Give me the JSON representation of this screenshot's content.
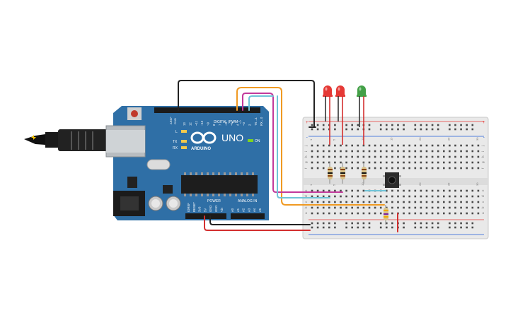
{
  "arduino": {
    "brand": "ARDUINO",
    "model": "UNO",
    "on_label": "ON",
    "led_l": "L",
    "led_tx": "TX",
    "led_rx": "RX",
    "digital_label": "DIGITAL (PWM~)",
    "power_label": "POWER",
    "analog_label": "ANALOG IN",
    "aref": "AREF",
    "gnd": "GND",
    "digital_pins": [
      "13",
      "12",
      "~11",
      "~10",
      "~9",
      "8",
      "7",
      "~6",
      "~5",
      "4",
      "~3",
      "2",
      "TX→1",
      "RX←0"
    ],
    "power_pins": [
      "IOREF",
      "RESET",
      "3V3",
      "5V",
      "GND",
      "GND",
      "Vin"
    ],
    "analog_pins": [
      "A0",
      "A1",
      "A2",
      "A3",
      "A4",
      "A5"
    ]
  },
  "breadboard": {
    "columns_top": [
      "1",
      "",
      "",
      "",
      "5",
      "",
      "",
      "",
      "",
      "10",
      "",
      "",
      "",
      "",
      "15",
      "",
      "",
      "",
      "",
      "20",
      "",
      "",
      "",
      "",
      "25",
      "",
      "",
      "",
      "",
      "30"
    ],
    "row_letters_top": [
      "j",
      "i",
      "h",
      "g",
      "f"
    ],
    "row_letters_bottom": [
      "e",
      "d",
      "c",
      "b",
      "a"
    ]
  },
  "leds": [
    {
      "name": "led-red-1",
      "color": "#e53935"
    },
    {
      "name": "led-red-2",
      "color": "#e53935"
    },
    {
      "name": "led-green",
      "color": "#43a047"
    }
  ],
  "colors": {
    "board": "#2f6fa6",
    "board_dark": "#1d4f7a",
    "breadboard": "#e9e9e9",
    "wire_black": "#222222",
    "wire_red": "#d32f2f",
    "wire_orange": "#f09a22",
    "wire_magenta": "#c2399b",
    "wire_cyan": "#6fc4d8"
  }
}
